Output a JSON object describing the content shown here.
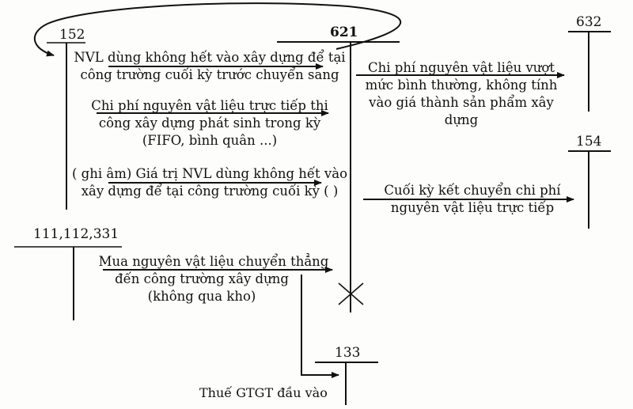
{
  "accounts": {
    "a152": "152",
    "a621": "621",
    "a632": "632",
    "a154": "154",
    "a111": "111,112,331",
    "a133": "133"
  },
  "entries": {
    "e1": {
      "line1": "NVL dùng không hết vào xây dựng để tại",
      "line2": "công trường cuối kỳ trước chuyển sang"
    },
    "e2": {
      "line1": "Chi phí nguyên vật liệu trực tiếp thi",
      "line2": "công xây dựng phát sinh trong kỳ",
      "line3": "(FIFO, bình quân ...)"
    },
    "e3": {
      "line1": "( ghi âm) Giá trị  NVL dùng không hết vào",
      "line2": "xây dựng để tại công trường cuối kỳ ( )"
    },
    "e4": {
      "line1": "Chi phí nguyên vật liệu vượt",
      "line2": "mức bình thường, không tính",
      "line3": "vào giá thành sản phẩm xây",
      "line4": "dựng"
    },
    "e5": {
      "line1": "Cuối kỳ kết chuyển chi phí",
      "line2": "nguyên vật liệu trực tiếp"
    },
    "e6": {
      "line1": "Mua nguyên vật liệu chuyển thẳng",
      "line2": "đến công trường xây dựng",
      "line3": "(không qua kho)"
    },
    "e7": {
      "line1": "Thuế GTGT đầu vào"
    }
  },
  "colors": {
    "ink": "#111111",
    "paper": "#fdfdfb"
  }
}
